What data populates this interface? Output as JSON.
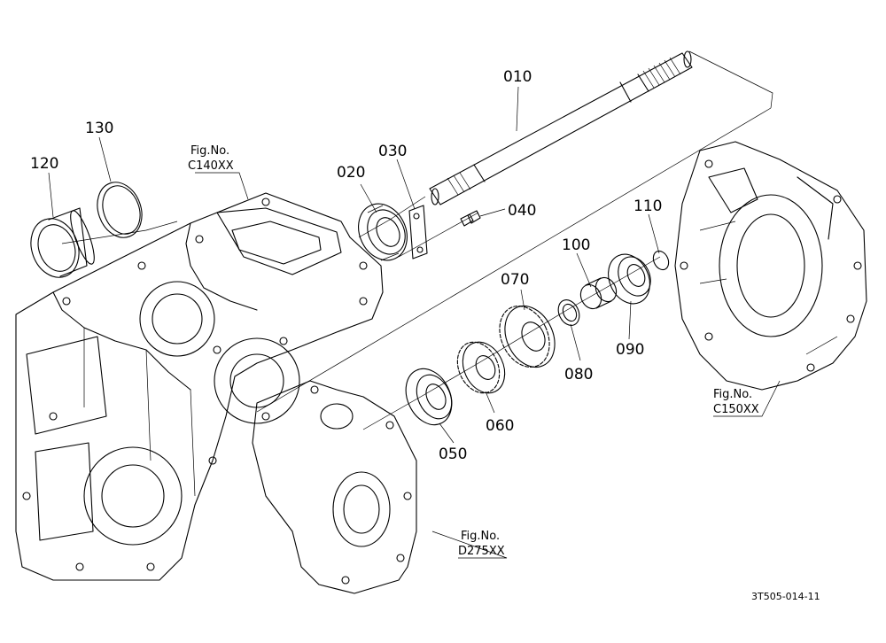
{
  "parts": [
    {
      "id": "p010",
      "number": "010"
    },
    {
      "id": "p020",
      "number": "020"
    },
    {
      "id": "p030",
      "number": "030"
    },
    {
      "id": "p040",
      "number": "040"
    },
    {
      "id": "p050",
      "number": "050"
    },
    {
      "id": "p060",
      "number": "060"
    },
    {
      "id": "p070",
      "number": "070"
    },
    {
      "id": "p080",
      "number": "080"
    },
    {
      "id": "p090",
      "number": "090"
    },
    {
      "id": "p100",
      "number": "100"
    },
    {
      "id": "p110",
      "number": "110"
    },
    {
      "id": "p120",
      "number": "120"
    },
    {
      "id": "p130",
      "number": "130"
    }
  ],
  "figure_refs": [
    {
      "id": "c140",
      "line1": "Fig.No.",
      "line2": "C140XX"
    },
    {
      "id": "c150",
      "line1": "Fig.No.",
      "line2": "C150XX"
    },
    {
      "id": "d275",
      "line1": "Fig.No.",
      "line2": "D275XX"
    }
  ],
  "drawing_code": "3T505-014-11",
  "colors": {
    "ink": "#000000",
    "background": "#ffffff"
  }
}
